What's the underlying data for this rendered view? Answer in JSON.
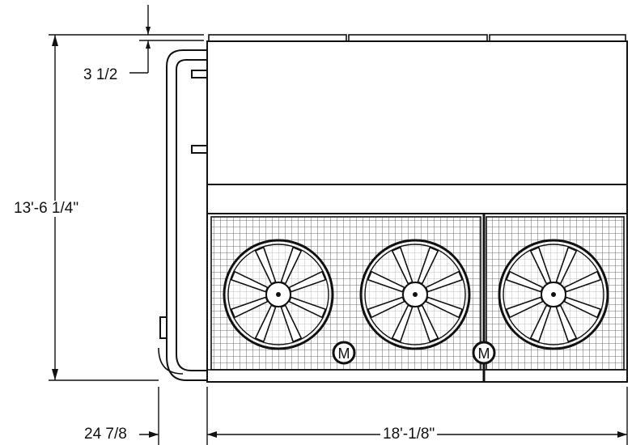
{
  "dimensions": {
    "top_offset": "3 1/2",
    "overall_height": "13'-6 1/4\"",
    "pipe_offset": "24 7/8",
    "overall_width": "18'-1/8\""
  },
  "motor_label": "M",
  "fan_count": 3,
  "colors": {
    "line": "#111111",
    "grid": "#333333",
    "background": "#ffffff"
  }
}
